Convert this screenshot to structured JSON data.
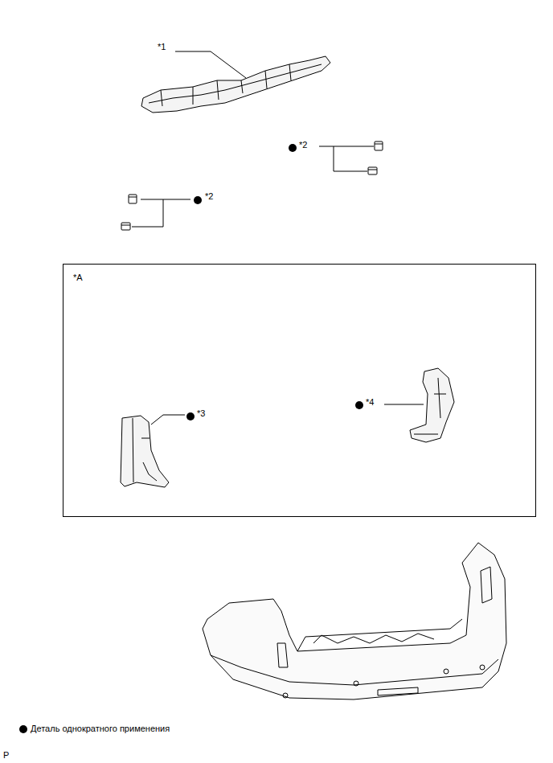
{
  "diagram": {
    "nodes": [
      {
        "text": [
          "*A"
        ]
      }
    ],
    "labels": [
      "*1",
      "*2",
      "*2",
      "*3",
      "*4",
      "P"
    ],
    "legend": [
      {
        "text": "Деталь однократного применения"
      }
    ]
  }
}
